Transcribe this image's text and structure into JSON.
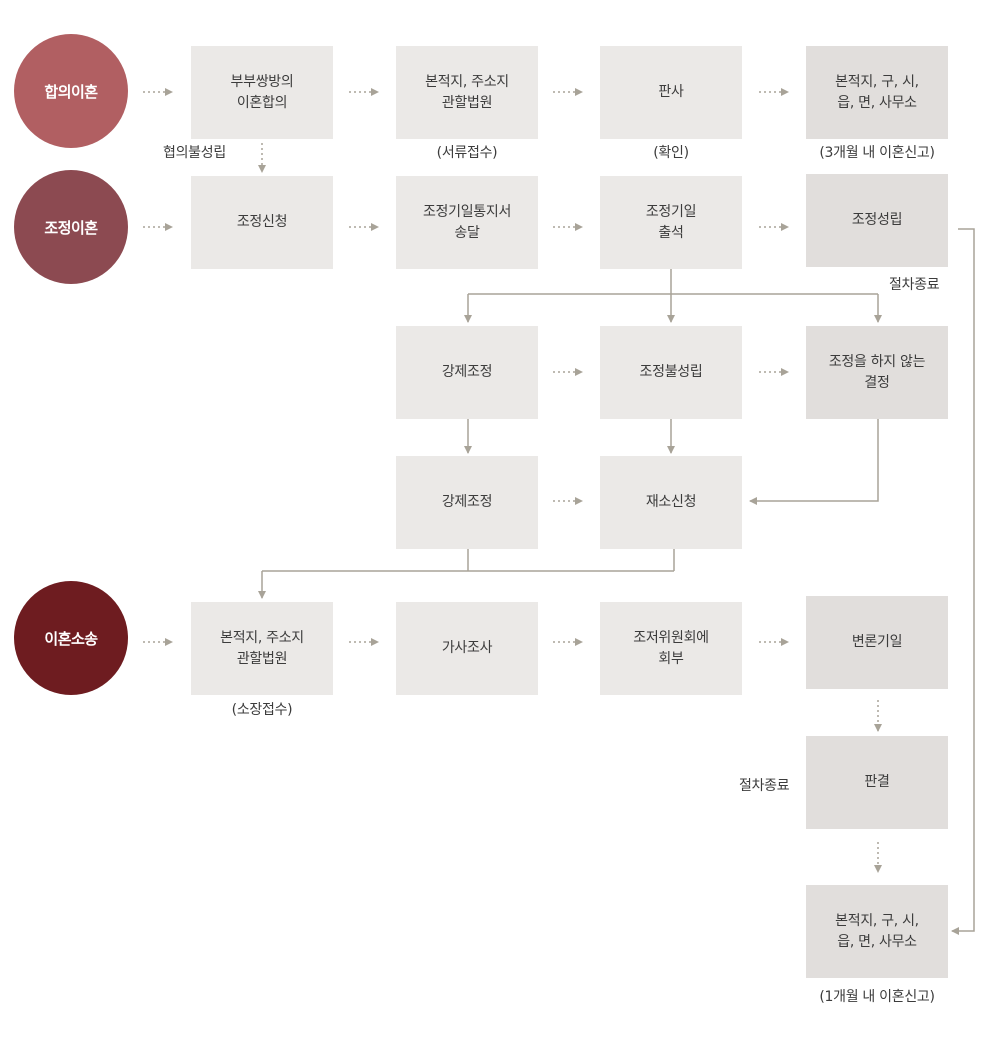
{
  "colors": {
    "agreement": "#b15f62",
    "mediation": "#8c4a51",
    "lawsuit": "#6e1c20",
    "box": "#ebe9e7",
    "box_dark": "#e1dedc",
    "line": "#a8a398"
  },
  "categories": {
    "agreement": "합의이혼",
    "mediation": "조정이혼",
    "lawsuit": "이혼소송"
  },
  "agreement_row": {
    "mutual_agreement": "부부쌍방의\n이혼합의",
    "court1": "본적지, 주소지\n관할법원",
    "court1_caption": "(서류접수)",
    "judge": "판사",
    "judge_caption": "(확인)",
    "office1": "본적지, 구, 시,\n읍, 면, 사무소",
    "office1_caption": "(3개월 내 이혼신고)",
    "fail_label": "협의불성립"
  },
  "mediation_row": {
    "apply": "조정신청",
    "notice": "조정기일통지서\n송달",
    "attend": "조정기일\n출석",
    "success": "조정성립",
    "end_label1": "절차종료"
  },
  "branch": {
    "forced1": "강제조정",
    "fail": "조정불성립",
    "no_decision": "조정을 하지 않는\n결정",
    "forced2": "강제조정",
    "refile": "재소신청"
  },
  "lawsuit_row": {
    "court2": "본적지, 주소지\n관할법원",
    "court2_caption": "(소장접수)",
    "family_investigation": "가사조사",
    "adjustment_committee": "조저위원회에\n회부",
    "pleading": "변론기일",
    "judgment": "판결",
    "end_label2": "절차종료",
    "office2": "본적지, 구, 시,\n읍, 면, 사무소",
    "office2_caption": "(1개월 내 이혼신고)"
  }
}
